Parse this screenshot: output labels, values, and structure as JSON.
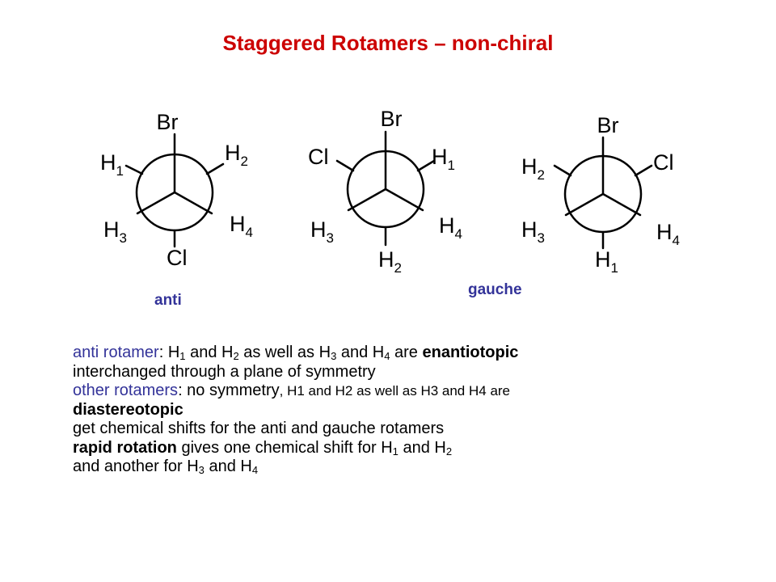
{
  "title": "Staggered Rotamers – non-chiral",
  "labels": {
    "anti": "anti",
    "gauche": "gauche"
  },
  "colors": {
    "title": "#cc0000",
    "accent": "#333399",
    "text": "#000000"
  },
  "projections": [
    {
      "front_top": {
        "el": "Br",
        "sub": ""
      },
      "front_left": {
        "el": "H",
        "sub": "3"
      },
      "front_right": {
        "el": "H",
        "sub": "4"
      },
      "back_bottom": {
        "el": "Cl",
        "sub": ""
      },
      "back_left": {
        "el": "H",
        "sub": "1"
      },
      "back_right": {
        "el": "H",
        "sub": "2"
      }
    },
    {
      "front_top": {
        "el": "Br",
        "sub": ""
      },
      "front_left": {
        "el": "H",
        "sub": "3"
      },
      "front_right": {
        "el": "H",
        "sub": "4"
      },
      "back_bottom": {
        "el": "H",
        "sub": "2"
      },
      "back_left": {
        "el": "Cl",
        "sub": ""
      },
      "back_right": {
        "el": "H",
        "sub": "1"
      }
    },
    {
      "front_top": {
        "el": "Br",
        "sub": ""
      },
      "front_left": {
        "el": "H",
        "sub": "3"
      },
      "front_right": {
        "el": "H",
        "sub": "4"
      },
      "back_bottom": {
        "el": "H",
        "sub": "1"
      },
      "back_left": {
        "el": "H",
        "sub": "2"
      },
      "back_right": {
        "el": "Cl",
        "sub": ""
      }
    }
  ],
  "notes": {
    "l1": {
      "a": "anti rotamer",
      "b": ": H",
      "s1": "1",
      "c": " and H",
      "s2": "2",
      "d": "  as well as H",
      "s3": "3",
      "e": " and H",
      "s4": "4",
      "f": " are ",
      "g": "enantiotopic"
    },
    "l2": "interchanged through a plane of symmetry",
    "l3": {
      "a": "other rotamers",
      "b": ": no symmetry",
      "c": ", H1 and H2  as well as H3 and H4 are"
    },
    "l4": "diastereotopic",
    "l5": "get chemical shifts for the anti and gauche rotamers",
    "l6": {
      "a": "rapid rotation",
      "b": " gives one chemical shift for H",
      "s1": "1",
      "c": " and H",
      "s2": "2"
    },
    "l7": {
      "a": "and another for H",
      "s1": "3",
      "b": " and H",
      "s2": "4"
    }
  }
}
